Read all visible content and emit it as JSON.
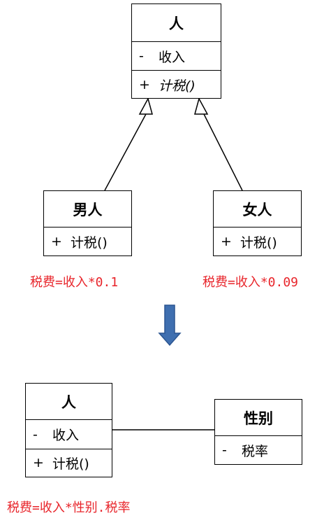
{
  "top_diagram": {
    "person": {
      "name": "人",
      "attribute": {
        "visibility": "-",
        "name": "收入"
      },
      "method": {
        "visibility": "+",
        "name": "计税()"
      }
    },
    "male": {
      "name": "男人",
      "method": {
        "visibility": "+",
        "name": "计税()"
      }
    },
    "female": {
      "name": "女人",
      "method": {
        "visibility": "+",
        "name": "计税()"
      }
    },
    "male_formula": "税费=收入*0.1",
    "female_formula": "税费=收入*0.09"
  },
  "bottom_diagram": {
    "person": {
      "name": "人",
      "attribute": {
        "visibility": "-",
        "name": "收入"
      },
      "method": {
        "visibility": "+",
        "name": "计税()"
      }
    },
    "gender": {
      "name": "性别",
      "attribute": {
        "visibility": "-",
        "name": "税率"
      }
    },
    "formula": "税费=收入*性别.税率"
  },
  "colors": {
    "formula": "#e8252b",
    "arrow_fill": "#3f6fb0",
    "arrow_stroke": "#2b5591"
  }
}
